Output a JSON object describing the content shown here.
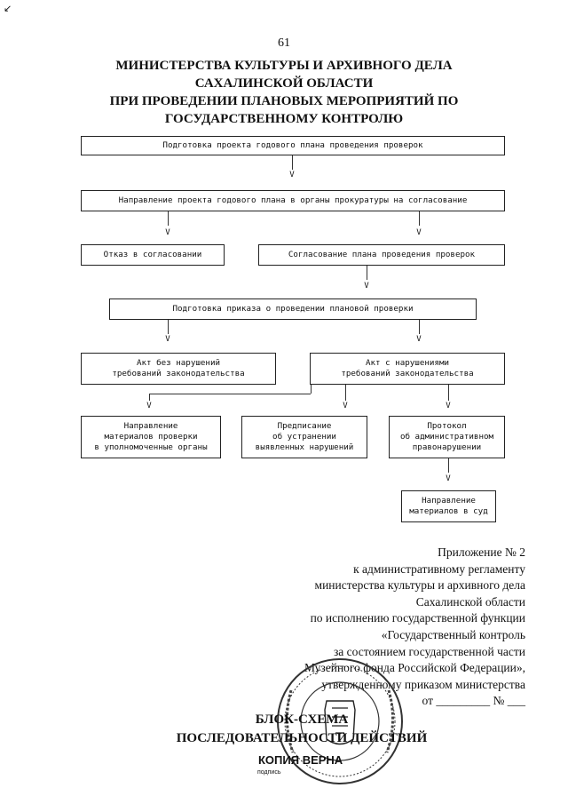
{
  "page_number": "61",
  "scan_mark": "↙",
  "heading": {
    "line1": "МИНИСТЕРСТВА КУЛЬТУРЫ И АРХИВНОГО ДЕЛА",
    "line2": "САХАЛИНСКОЙ ОБЛАСТИ",
    "line3": "ПРИ ПРОВЕДЕНИИ ПЛАНОВЫХ МЕРОПРИЯТИЙ ПО",
    "line4": "ГОСУДАРСТВЕННОМУ КОНТРОЛЮ"
  },
  "flowchart": {
    "arrow_glyph": "V",
    "step1": "Подготовка проекта годового плана проведения проверок",
    "step2": "Направление проекта годового плана в органы прокуратуры на согласование",
    "refusal": "Отказ в согласовании",
    "approval": "Согласование плана проведения проверок",
    "order": "Подготовка приказа о проведении плановой проверки",
    "no_violations": {
      "line1": "Акт без нарушений",
      "line2": "требований законодательства"
    },
    "with_violations": {
      "line1": "Акт с нарушениями",
      "line2": "требований законодательства"
    },
    "send_materials": {
      "line1": "Направление",
      "line2": "материалов проверки",
      "line3": "в уполномоченные органы"
    },
    "prescription": {
      "line1": "Предписание",
      "line2": "об устранении",
      "line3": "выявленных нарушений"
    },
    "protocol": {
      "line1": "Протокол",
      "line2": "об административном",
      "line3": "правонарушении"
    },
    "to_court": {
      "line1": "Направление",
      "line2": "материалов в суд"
    }
  },
  "appendix": {
    "line1": "Приложение № 2",
    "line2": "к административному регламенту",
    "line3": "министерства культуры и архивного дела",
    "line4": "Сахалинской области",
    "line5": "по исполнению государственной функции",
    "line6": "«Государственный контроль",
    "line7": "за состоянием государственной части",
    "line8": "Музейного фонда Российской Федерации»,",
    "line9": "утвержденному приказом министерства",
    "line10": "от _________ № ___"
  },
  "bottom_title": {
    "line1": "БЛОК-СХЕМА",
    "line2": "ПОСЛЕДОВАТЕЛЬНОСТИ ДЕЙСТВИЙ"
  },
  "stamp": {
    "copy_label": "КОПИЯ ВЕРНА",
    "signature_label": "подпись"
  }
}
